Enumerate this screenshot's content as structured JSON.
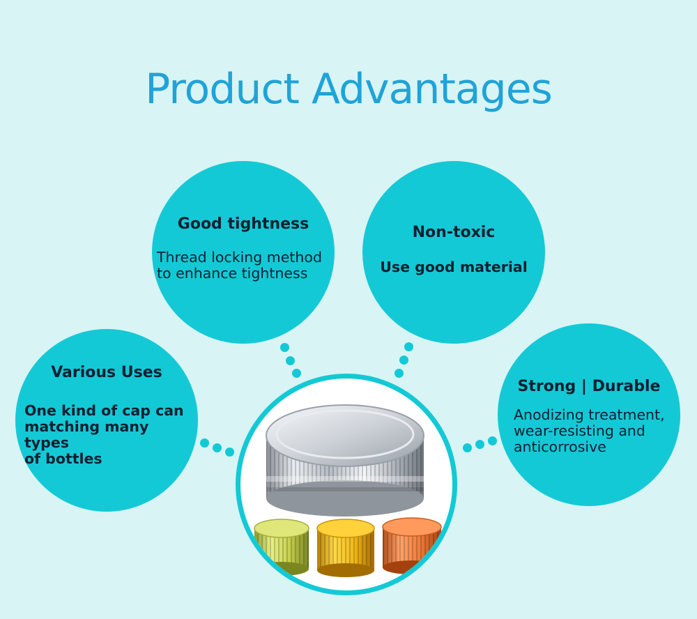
{
  "title": "Product Advantages",
  "advantages": {
    "tightness": {
      "heading": "Good tightness",
      "text": "Thread locking method\nto enhance tightness"
    },
    "nontoxic": {
      "heading": "Non-toxic",
      "text": "Use good material"
    },
    "uses": {
      "heading": "Various Uses",
      "text": "One kind of cap can\nmatching many types\nof bottles"
    },
    "durable": {
      "heading": "Strong | Durable",
      "text": "Anodizing treatment,\nwear-resisting and\nanticorrosive"
    }
  },
  "colors": {
    "background": "#d8f4f4",
    "bubble": "#14c9d6",
    "title": "#1fa3d8"
  },
  "product_image": {
    "icon": "bottle-caps-photo"
  }
}
